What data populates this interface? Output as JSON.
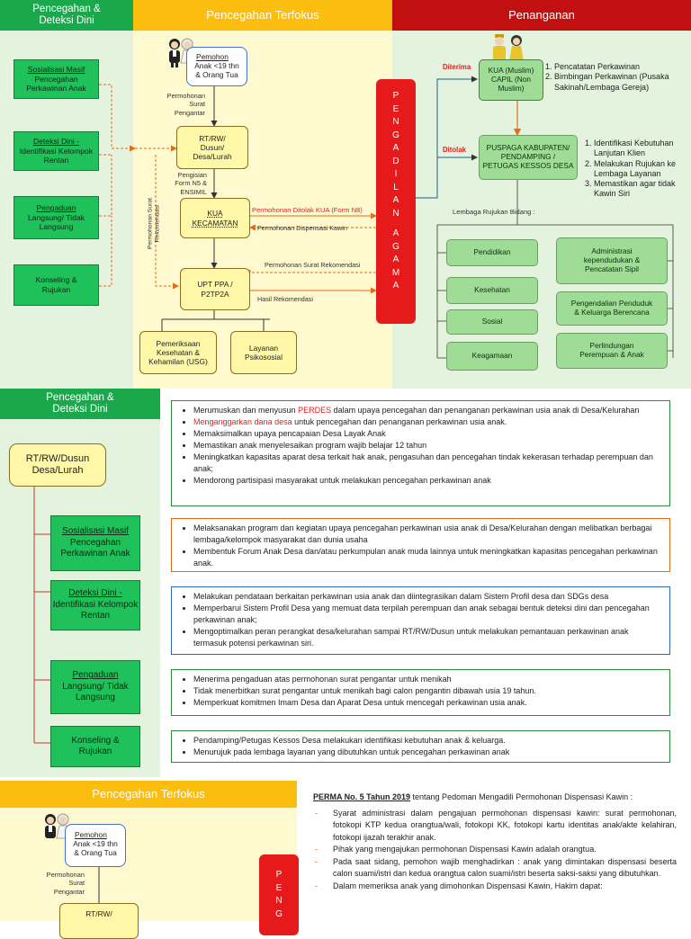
{
  "s1": {
    "header_left": [
      "Pencegahan &",
      "Deteksi Dini"
    ],
    "header_mid": "Pencegahan Terfokus",
    "header_right": "Penanganan",
    "left_boxes": [
      {
        "title": "Sosialisasi Masif",
        "body": "Pencegahan Perkawinan Anak"
      },
      {
        "title": "Deteksi Dini -",
        "body": "Identifikasi Kelompok Rentan"
      },
      {
        "title": "Pengaduan",
        "body": "Langsung/ Tidak Langsung"
      },
      {
        "title": "",
        "body": "Konseling & Rujukan"
      }
    ],
    "pemohon": {
      "title": "Pemohon",
      "lines": [
        "Anak <19 thn",
        "& Orang Tua"
      ]
    },
    "flow_labels": {
      "surat_pengantar": [
        "Permohonan",
        "Surat",
        "Pengantar"
      ],
      "pengisian": [
        "Pengisian",
        "Form N5 &",
        "ENSIMIL"
      ],
      "vertical": "Permohonan Surat Rekomendasi",
      "ditolak_kua": "Permohonan Ditolak KUA (Form N8)",
      "dispensasi": "Permohonan Dispensasi Kawin",
      "rekomendasi": "Permohonan Surat Rekomendasi",
      "hasil": "Hasil Rekomendasi",
      "diterima": "Diterima",
      "ditolak": "Ditolak",
      "lembaga": "Lembaga Rujukan Bidang :"
    },
    "rt": [
      "RT/RW/",
      "Dusun/",
      "Desa/Lurah"
    ],
    "kua": "KUA KECAMATAN",
    "uptppa": [
      "UPT PPA /",
      "P2TP2A"
    ],
    "pemeriksaan": [
      "Pemeriksaan",
      "Kesehatan &",
      "Kehamilan (USG)"
    ],
    "layanan": [
      "Layanan",
      "Psikososial"
    ],
    "pengadilan": "PENGADILAN AGAMA",
    "kua_capil": [
      "KUA (Muslim)",
      "CAPIL (Non",
      "Muslim)"
    ],
    "kua_capil_list": [
      "Pencatatan Perkawinan",
      "Bimbingan Perkawinan (Pusaka Sakinah/Lembaga Gereja)"
    ],
    "puspaga": [
      "PUSPAGA KABUPATEN/",
      "PENDAMPING /",
      "PETUGAS KESSOS DESA"
    ],
    "puspaga_list": [
      "Identifikasi Kebutuhan Lanjutan Klien",
      "Melakukan Rujukan ke Lembaga Layanan",
      "Memastikan agar tidak Kawin Siri"
    ],
    "rujukan_left": [
      "Pendidikan",
      "Kesehatan",
      "Sosial",
      "Keagamaan"
    ],
    "rujukan_right": [
      [
        "Administrasi",
        "kependudukan &",
        "Pencatatan Sipil"
      ],
      [
        "Pengendalian Penduduk",
        "& Keluarga Berencana"
      ],
      [
        "Perlindungan",
        "Perempuan & Anak"
      ]
    ]
  },
  "s2": {
    "header": [
      "Pencegahan &",
      "Deteksi Dini"
    ],
    "rt_box": [
      "RT/RW/Dusun",
      "Desa/Lurah"
    ],
    "boxes": [
      {
        "title": "Sosialisasi Masif",
        "body": "Pencegahan Perkawinan Anak"
      },
      {
        "title": "Deteksi Dini -",
        "body": "Identifikasi Kelompok Rentan"
      },
      {
        "title": "Pengaduan",
        "body": "Langsung/ Tidak Langsung"
      },
      {
        "title": "",
        "body": "Konseling & Rujukan"
      }
    ],
    "panel1": {
      "item1_pre": "Merumuskan dan menyusun ",
      "item1_red": "PERDES",
      "item1_post": " dalam upaya pencegahan dan penanganan perkawinan usia anak di Desa/Kelurahan",
      "item2_red": "Menganggarkan dana desa",
      "item2_post": " untuk pencegahan dan penanganan perkawinan usia anak.",
      "rest": [
        "Memaksimalkan upaya pencapaian Desa Layak Anak",
        "Memastikan anak  menyelesaikan program wajib belajar 12 tahun",
        "Meningkatkan kapasitas aparat desa terkait hak anak, pengasuhan dan pencegahan tindak kekerasan terhadap perempuan dan anak;",
        "Mendorong partisipasi masyarakat untuk melakukan pencegahan perkawinan anak"
      ]
    },
    "panel2": [
      "Melaksanakan program dan kegiatan upaya pencegahan perkawinan usia anak di Desa/Kelurahan dengan melibatkan berbagai lembaga/kelompok masyarakat dan dunia usaha",
      "Membentuk Forum Anak Desa dan/atau  perkumpulan anak muda lainnya untuk  meningkatkan kapasitas pencegahan perkawinan anak."
    ],
    "panel3": [
      "Melakukan pendataan berkaitan perkawinan usia anak dan diintegrasikan dalam Sistem Profil desa dan SDGs desa",
      "Memperbarui Sistem Profil Desa yang memuat data terpilah perempuan dan anak sebagai bentuk deteksi dini dan pencegahan perkawinan anak;",
      "Mengoptimalkan peran perangkat desa/kelurahan sampai RT/RW/Dusun untuk melakukan pemantauan perkawinan anak termasuk potensi perkawinan siri."
    ],
    "panel4": [
      "Menerima pengaduan atas permohonan surat pengantar untuk menikah",
      "Tidak menerbitkan surat pengantar untuk menikah bagi calon pengantin dibawah usia 19 tahun.",
      "Memperkuat komitmen Imam Desa dan Aparat Desa untuk mencegah perkawinan usia anak."
    ],
    "panel5": [
      "Pendamping/Petugas Kessos Desa melakukan identifikasi kebutuhan anak & keluarga.",
      "Menurujuk pada lembaga layanan yang dibutuhkan untuk pencegahan perkawinan anak"
    ]
  },
  "s3": {
    "header": "Pencegahan Terfokus",
    "pemohon": {
      "title": "Pemohon",
      "lines": [
        "Anak <19 thn",
        "& Orang Tua"
      ]
    },
    "surat_pengantar": [
      "Permohonan",
      "Surat",
      "Pengantar"
    ],
    "rt": "RT/RW/",
    "pengadilan_partial": "PENG",
    "perma_title": "PERMA No. 5 Tahun 2019",
    "perma_title_rest": " tentang Pedoman Mengadili Permohonan Dispensasi Kawin :",
    "perma_items": [
      "Syarat administrasi dalam pengajuan permohonan dispensasi kawin: surat permohonan, fotokopi KTP kedua orangtua/wali, fotokopi KK, fotokopi kartu identitas anak/akte kelahiran, fotokopi ijazah terakhir anak.",
      "Pihak yang mengajukan permohonan Dispensasi Kawin adalah orangtua.",
      "Pada saat sidang, pemohon wajib menghadirkan : anak yang dimintakan dispensasi beserta calon suami/istri dan kedua orangtua calon suami/istri beserta saksi-saksi yang dibutuhkan.",
      "Dalam memeriksa anak yang dimohonkan Dispensasi Kawin, Hakim dapat:"
    ]
  }
}
